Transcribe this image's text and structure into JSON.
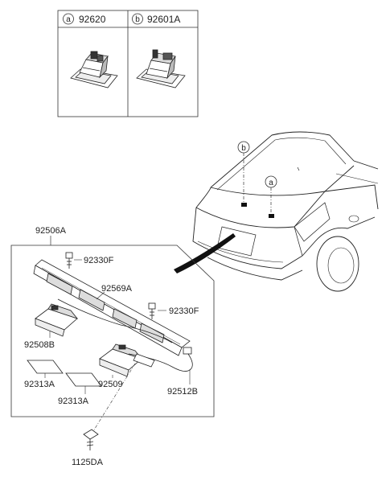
{
  "legend": {
    "cells": [
      {
        "marker": "a",
        "part": "92620"
      },
      {
        "marker": "b",
        "part": "92601A"
      }
    ]
  },
  "vehicle_callouts": [
    "b",
    "a"
  ],
  "labels": {
    "assembly": "92506A",
    "screw_top": "92330F",
    "garnish": "92569A",
    "screw_right": "92330F",
    "lamp_left": "92508B",
    "gasket_1": "92313A",
    "gasket_2": "92313A",
    "lamp_right": "92509",
    "harness": "92512B",
    "bolt": "1125DA"
  }
}
